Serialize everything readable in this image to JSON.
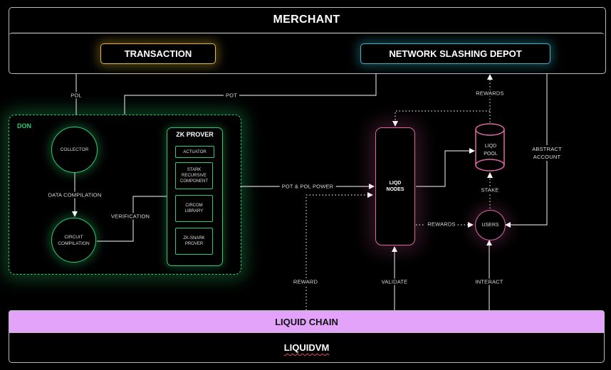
{
  "merchant": {
    "title": "MERCHANT",
    "transaction": "TRANSACTION",
    "network_slashing_depot": "NETWORK SLASHING DEPOT"
  },
  "don": {
    "title": "DON",
    "collector": "COLLECTOR",
    "circuit_compilation": "CIRCUIT COMPILATION",
    "zk_prover": {
      "title": "ZK PROVER",
      "components": [
        "ACTUATOR",
        "STARK RECURSIVE COMPONENT",
        "CIRCOM LIBRARY",
        "ZK-SNARK PROVER"
      ]
    }
  },
  "nodes": {
    "liqd_nodes": "LIQD NODES",
    "liqd_pool": "LIQD POOL",
    "users": "USERS"
  },
  "edge_labels": {
    "pol": "POL",
    "pot": "POT",
    "data_compilation": "DATA COMPILATION",
    "verification": "VERIFICATION",
    "pot_pol_power": "POT & POL POWER",
    "reward": "REWARD",
    "validate": "VALIDATE",
    "interact": "INTERACT",
    "rewards_top": "REWARDS",
    "rewards_users": "REWARDS",
    "stake": "STAKE",
    "abstract_account": "ABSTRACT ACCOUNT"
  },
  "layers": {
    "liquid_chain": "LIQUID CHAIN",
    "liquidvm": "LIQUIDVM"
  },
  "colors": {
    "transaction_border": "#e3b93a",
    "nsd_border": "#39b7c9",
    "don_green": "#2ecc71",
    "liqd_pink": "#e066a6",
    "liquid_chain_bg": "#e3a3fb"
  }
}
